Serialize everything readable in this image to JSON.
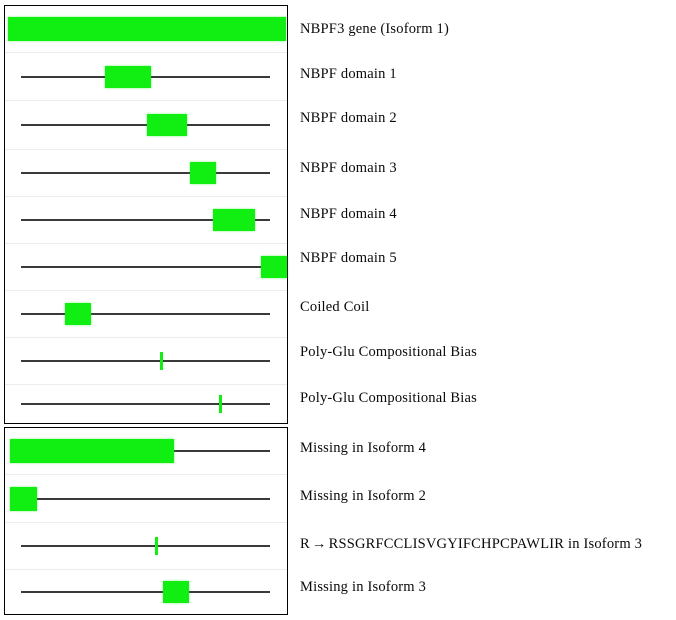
{
  "figure": {
    "type": "protein-domain-diagram",
    "title": "NBPF3 gene (Isoform 1) domain architecture",
    "colors": {
      "feature": "#11ee11",
      "track_line": "#3a3a3a",
      "row_separator": "#ececec",
      "box_border": "#000000",
      "background": "#ffffff",
      "label_text": "#0a0a0a"
    }
  },
  "panels": [
    {
      "name": "primary-features",
      "tracks": [
        {
          "label": "NBPF3  gene (Isoform 1)",
          "feature_kind": "full-length-bar",
          "has_backbone": false,
          "features": [
            {
              "shape": "bar",
              "start_pct": 1.2,
              "end_pct": 99.6
            }
          ]
        },
        {
          "label": "NBPF  domain 1",
          "feature_kind": "block",
          "has_backbone": true,
          "features": [
            {
              "shape": "block",
              "start_pct": 35.5,
              "end_pct": 51.6
            }
          ]
        },
        {
          "label": "NBPF  domain 2",
          "feature_kind": "block",
          "has_backbone": true,
          "features": [
            {
              "shape": "block",
              "start_pct": 50.4,
              "end_pct": 64.5
            }
          ]
        },
        {
          "label": "NBPF  domain 3",
          "feature_kind": "block",
          "has_backbone": true,
          "features": [
            {
              "shape": "block",
              "start_pct": 65.7,
              "end_pct": 75.0
            }
          ]
        },
        {
          "label": "NBPF  domain 4",
          "feature_kind": "block",
          "has_backbone": true,
          "features": [
            {
              "shape": "block",
              "start_pct": 73.8,
              "end_pct": 88.7
            }
          ]
        },
        {
          "label": "NBPF  domain 5",
          "feature_kind": "block",
          "has_backbone": true,
          "features": [
            {
              "shape": "block",
              "start_pct": 90.7,
              "end_pct": 100.0
            }
          ]
        },
        {
          "label": "Coiled  Coil",
          "feature_kind": "block",
          "has_backbone": true,
          "features": [
            {
              "shape": "block",
              "start_pct": 21.4,
              "end_pct": 30.6
            }
          ]
        },
        {
          "label": "Poly-Glu  Compositional  Bias",
          "feature_kind": "tick",
          "has_backbone": true,
          "features": [
            {
              "shape": "tick",
              "pos_pct": 54.8
            }
          ]
        },
        {
          "label": "Poly-Glu  Compositional  Bias",
          "feature_kind": "tick",
          "has_backbone": true,
          "features": [
            {
              "shape": "tick",
              "pos_pct": 75.8
            }
          ]
        }
      ]
    },
    {
      "name": "isoform-variants",
      "tracks": [
        {
          "label": "Missing in Isoform 4",
          "feature_kind": "bar",
          "has_backbone": true,
          "features": [
            {
              "shape": "bar",
              "start_pct": 1.6,
              "end_pct": 60.1
            }
          ]
        },
        {
          "label": "Missing in Isoform 2",
          "feature_kind": "bar",
          "has_backbone": true,
          "features": [
            {
              "shape": "bar",
              "start_pct": 1.6,
              "end_pct": 11.3
            }
          ]
        },
        {
          "label": "R → RSSGRFCCLISVGYIFCHPCPAWLIR in Isoform 3",
          "label_parts": {
            "from": "R",
            "arrow": "→",
            "to": "RSSGRFCCLISVGYIFCHPCPAWLIR",
            "suffix": "in Isoform 3"
          },
          "feature_kind": "tick",
          "has_backbone": true,
          "features": [
            {
              "shape": "tick",
              "pos_pct": 53.2
            }
          ]
        },
        {
          "label": "Missing in Isoform 3",
          "feature_kind": "block",
          "has_backbone": true,
          "features": [
            {
              "shape": "block",
              "start_pct": 56.0,
              "end_pct": 65.3
            }
          ]
        }
      ]
    }
  ]
}
